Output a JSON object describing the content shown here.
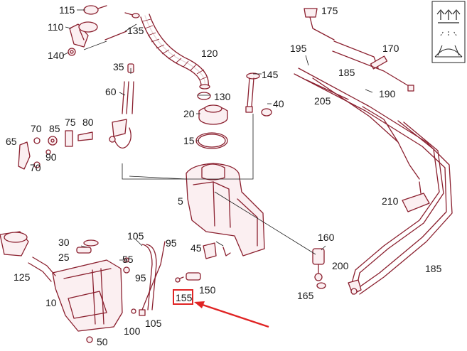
{
  "colors": {
    "part_stroke": "#8a1f2e",
    "part_fill": "#fbeff1",
    "label_text": "#1a1a1a",
    "highlight": "#e02424"
  },
  "labels": {
    "p115": "115",
    "p110": "110",
    "p135": "135",
    "p140": "140",
    "p120": "120",
    "p35": "35",
    "p60": "60",
    "p145": "145",
    "p130": "130",
    "p40": "40",
    "p20": "20",
    "p15": "15",
    "p70a": "70",
    "p85": "85",
    "p75": "75",
    "p80": "80",
    "p65": "65",
    "p90": "90",
    "p70b": "70",
    "p5": "5",
    "p175": "175",
    "p195": "195",
    "p170": "170",
    "p185a": "185",
    "p190": "190",
    "p205": "205",
    "p210": "210",
    "p30": "30",
    "p105a": "105",
    "p95a": "95",
    "p25": "25",
    "p55a": "55",
    "p125": "125",
    "p95b": "95",
    "p45": "45",
    "p160": "160",
    "p200": "200",
    "p185b": "185",
    "p10": "10",
    "p150": "150",
    "p155": "155",
    "p165": "165",
    "p100": "100",
    "p105b": "105",
    "p50": "50"
  },
  "icon": {
    "name": "windshield-washer-heated-icon"
  },
  "highlight": {
    "label": "155"
  }
}
